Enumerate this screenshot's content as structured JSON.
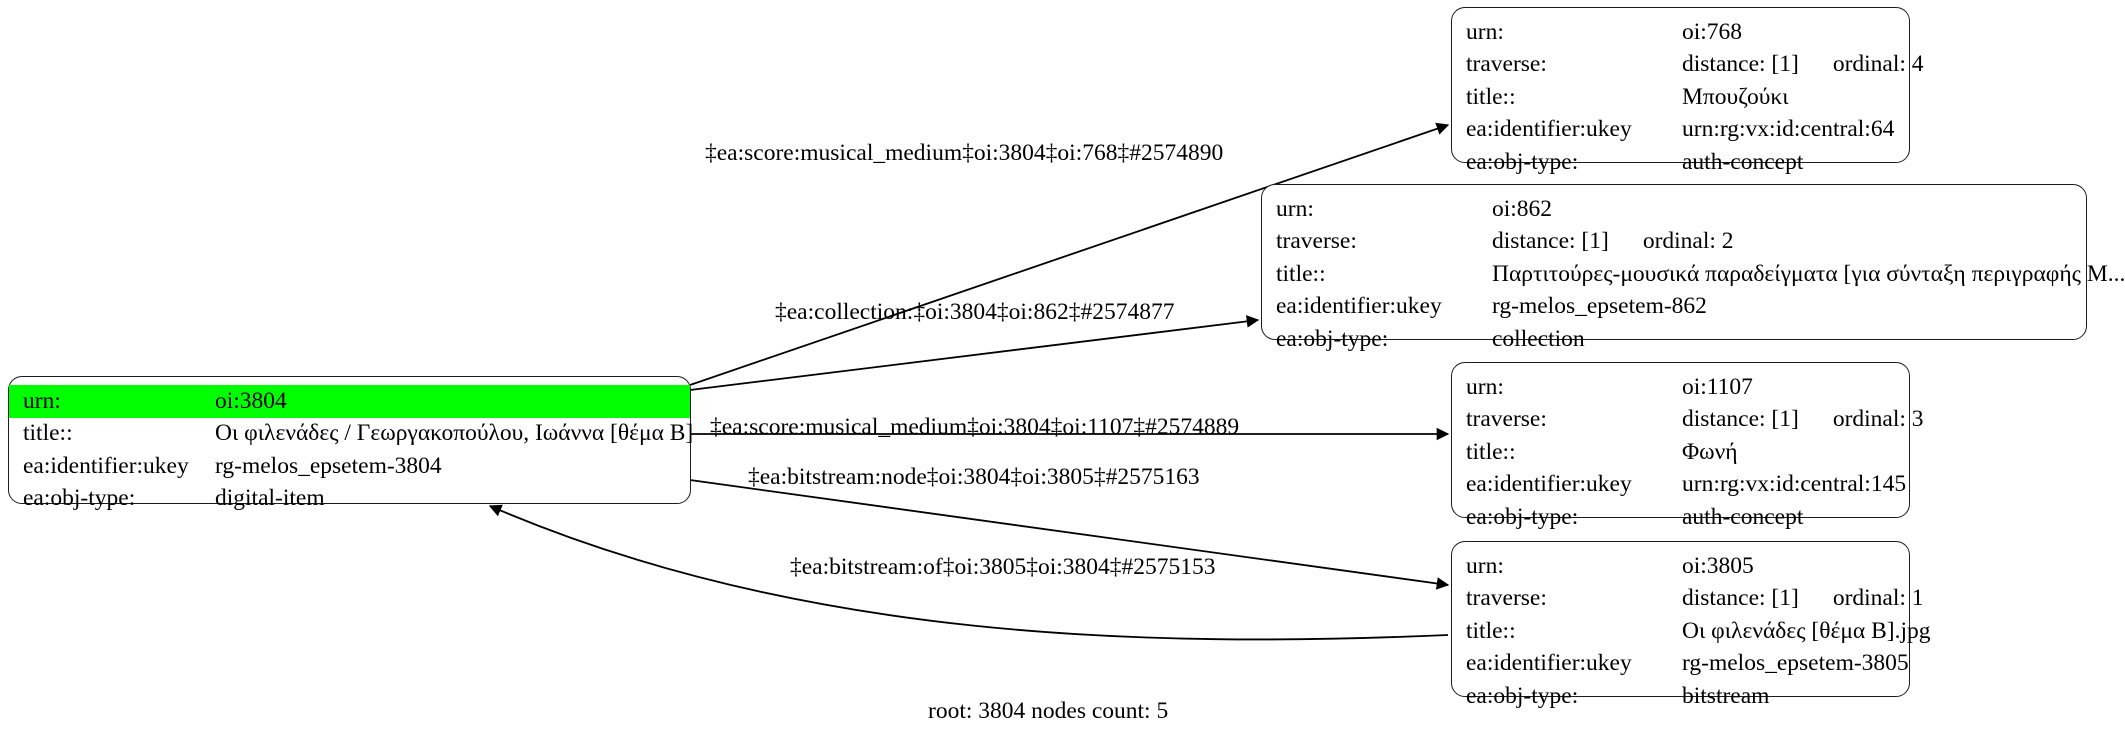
{
  "graph": {
    "footer": "root: 3804 nodes count: 5",
    "highlight_color": "#00ff00",
    "edge_color": "#000000",
    "node_border_color": "#1c1c1c",
    "field_labels": {
      "urn": "urn:",
      "traverse": "traverse:",
      "title": "title::",
      "ukey": "ea:identifier:ukey",
      "objtype": "ea:obj-type:"
    }
  },
  "nodes": {
    "root": {
      "id": "node-3804",
      "rows": [
        {
          "key": "urn:",
          "value": "oi:3804",
          "highlight": true
        },
        {
          "key": "title::",
          "value": "Οι φιλενάδες / Γεωργακοπούλου, Ιωάννα [θέμα Β]",
          "highlight": false
        },
        {
          "key": "ea:identifier:ukey",
          "value": "rg-melos_epsetem-3804",
          "highlight": false
        },
        {
          "key": "ea:obj-type:",
          "value": "digital-item",
          "highlight": false
        }
      ]
    },
    "n768": {
      "id": "node-768",
      "rows": [
        {
          "key": "urn:",
          "value": "oi:768",
          "highlight": false
        },
        {
          "key": "traverse:",
          "value": "distance: [1]",
          "value2": "ordinal: 4",
          "highlight": false
        },
        {
          "key": "title::",
          "value": "Μπουζούκι",
          "highlight": false
        },
        {
          "key": "ea:identifier:ukey",
          "value": "urn:rg:vx:id:central:64",
          "highlight": false
        },
        {
          "key": "ea:obj-type:",
          "value": "auth-concept",
          "highlight": false
        }
      ]
    },
    "n862": {
      "id": "node-862",
      "rows": [
        {
          "key": "urn:",
          "value": "oi:862",
          "highlight": false
        },
        {
          "key": "traverse:",
          "value": "distance: [1]",
          "value2": "ordinal: 2",
          "highlight": false
        },
        {
          "key": "title::",
          "value": "Παρτιτούρες-μουσικά παραδείγματα [για σύνταξη περιγραφής Μ...",
          "highlight": false
        },
        {
          "key": "ea:identifier:ukey",
          "value": "rg-melos_epsetem-862",
          "highlight": false
        },
        {
          "key": "ea:obj-type:",
          "value": "collection",
          "highlight": false
        }
      ]
    },
    "n1107": {
      "id": "node-1107",
      "rows": [
        {
          "key": "urn:",
          "value": "oi:1107",
          "highlight": false
        },
        {
          "key": "traverse:",
          "value": "distance: [1]",
          "value2": "ordinal: 3",
          "highlight": false
        },
        {
          "key": "title::",
          "value": "Φωνή",
          "highlight": false
        },
        {
          "key": "ea:identifier:ukey",
          "value": "urn:rg:vx:id:central:145",
          "highlight": false
        },
        {
          "key": "ea:obj-type:",
          "value": "auth-concept",
          "highlight": false
        }
      ]
    },
    "n3805": {
      "id": "node-3805",
      "rows": [
        {
          "key": "urn:",
          "value": "oi:3805",
          "highlight": false
        },
        {
          "key": "traverse:",
          "value": "distance: [1]",
          "value2": "ordinal: 1",
          "highlight": false
        },
        {
          "key": "title::",
          "value": "Οι φιλενάδες [θέμα Β].jpg",
          "highlight": false
        },
        {
          "key": "ea:identifier:ukey",
          "value": "rg-melos_epsetem-3805",
          "highlight": false
        },
        {
          "key": "ea:obj-type:",
          "value": "bitstream",
          "highlight": false
        }
      ]
    }
  },
  "edges": [
    {
      "id": "edge-768",
      "label": "‡ea:score:musical_medium‡oi:3804‡oi:768‡#2574890",
      "from": "oi:3804",
      "to": "oi:768"
    },
    {
      "id": "edge-862",
      "label": "‡ea:collection:‡oi:3804‡oi:862‡#2574877",
      "from": "oi:3804",
      "to": "oi:862"
    },
    {
      "id": "edge-1107",
      "label": "‡ea:score:musical_medium‡oi:3804‡oi:1107‡#2574889",
      "from": "oi:3804",
      "to": "oi:1107"
    },
    {
      "id": "edge-3805",
      "label": "‡ea:bitstream:node‡oi:3804‡oi:3805‡#2575163",
      "from": "oi:3804",
      "to": "oi:3805"
    },
    {
      "id": "edge-3805-of",
      "label": "‡ea:bitstream:of‡oi:3805‡oi:3804‡#2575153",
      "from": "oi:3805",
      "to": "oi:3804"
    }
  ]
}
